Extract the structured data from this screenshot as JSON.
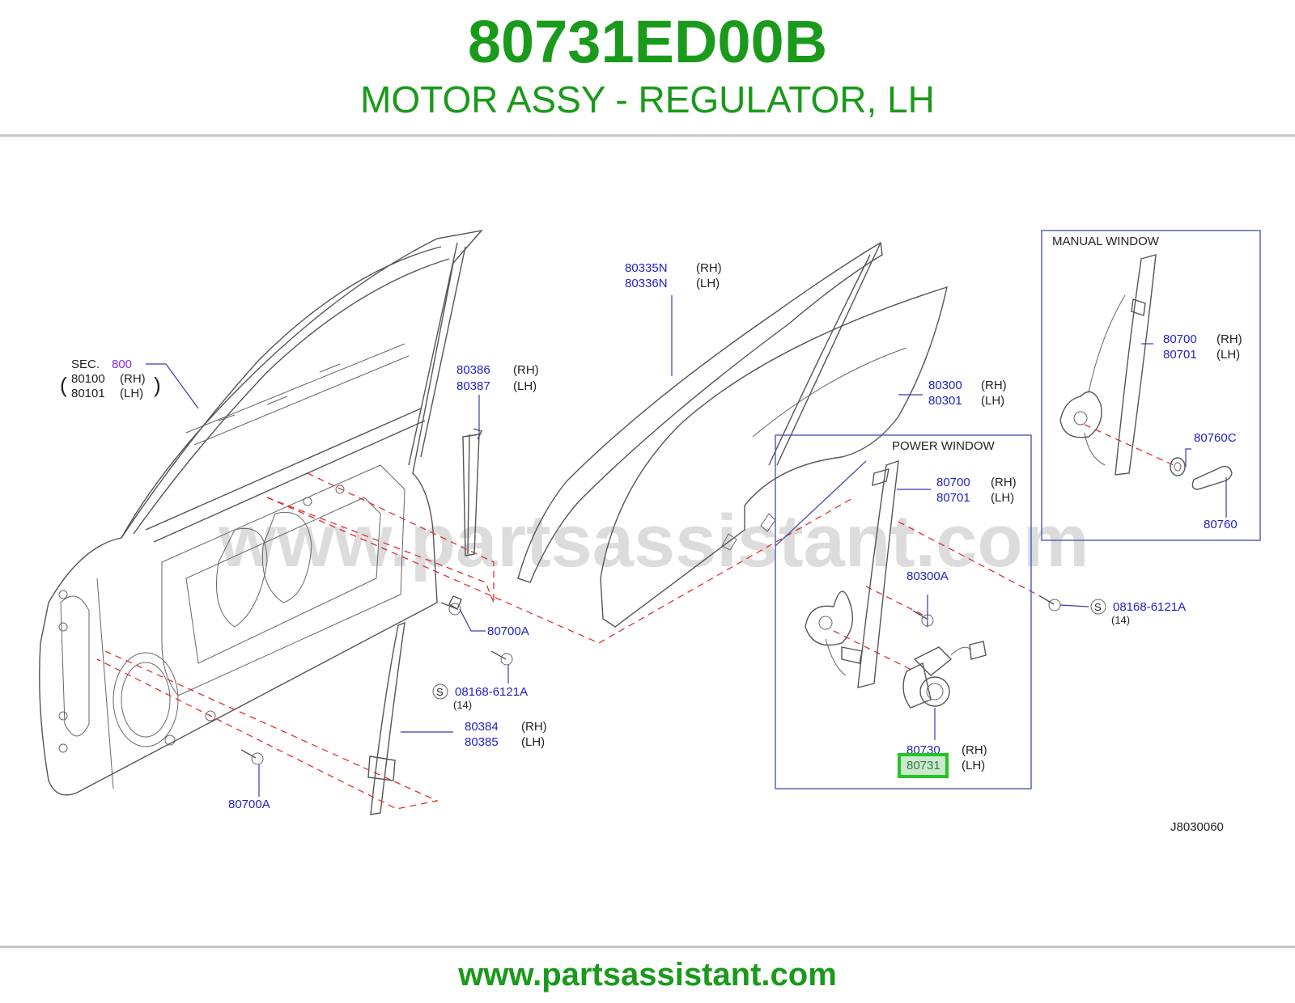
{
  "header": {
    "part_number": "80731ED00B",
    "part_name": "MOTOR ASSY - REGULATOR, LH"
  },
  "footer": {
    "url": "www.partsassistant.com"
  },
  "diagram": {
    "watermark": "www.partsassistant.com",
    "drawing_code": "J8030060",
    "sec_label": "SEC.",
    "sec_number": "800",
    "callouts": {
      "door_rh": {
        "code": "80100",
        "side": "(RH)"
      },
      "door_lh": {
        "code": "80101",
        "side": "(LH)"
      },
      "sash_rh": {
        "code": "80386",
        "side": "(RH)"
      },
      "sash_lh": {
        "code": "80387",
        "side": "(LH)"
      },
      "run_rh": {
        "code": "80335N",
        "side": "(RH)"
      },
      "run_lh": {
        "code": "80336N",
        "side": "(LH)"
      },
      "glass_rh": {
        "code": "80300",
        "side": "(RH)"
      },
      "glass_lh": {
        "code": "80301",
        "side": "(LH)"
      },
      "bolt_upper": {
        "code": "80700A"
      },
      "bolt_lower": {
        "code": "80700A"
      },
      "bolt_glass": {
        "code": "80300A"
      },
      "screw_mid": {
        "prefix": "S",
        "code": "08168-6121A",
        "qty": "(14)"
      },
      "screw_right": {
        "prefix": "S",
        "code": "08168-6121A",
        "qty": "(14)"
      },
      "rear_sash_rh": {
        "code": "80384",
        "side": "(RH)"
      },
      "rear_sash_lh": {
        "code": "80385",
        "side": "(LH)"
      },
      "power_reg_rh": {
        "code": "80700",
        "side": "(RH)"
      },
      "power_reg_lh": {
        "code": "80701",
        "side": "(LH)"
      },
      "motor_rh": {
        "code": "80730",
        "side": "(RH)"
      },
      "motor_lh": {
        "code": "80731",
        "side": "(LH)",
        "highlighted": true
      },
      "manual_reg_rh": {
        "code": "80700",
        "side": "(RH)"
      },
      "manual_reg_lh": {
        "code": "80701",
        "side": "(LH)"
      },
      "handle_washer": {
        "code": "80760C"
      },
      "handle": {
        "code": "80760"
      }
    },
    "boxes": {
      "power_window": "POWER   WINDOW",
      "manual_window": "MANUAL   WINDOW"
    },
    "colors": {
      "title_green": "#1a9a1a",
      "callout_blue": "#1f1fc8",
      "highlight_green": "#22c522",
      "dash_red": "#e03030"
    }
  }
}
